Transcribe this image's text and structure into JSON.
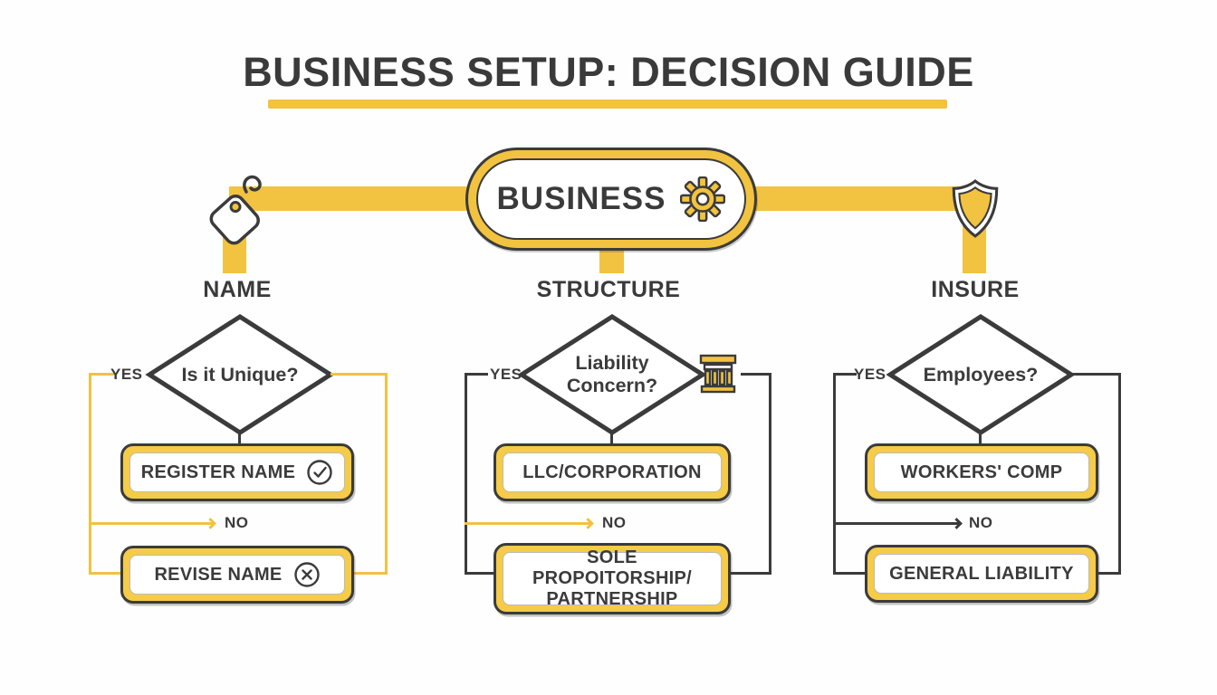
{
  "page": {
    "title": "BUSINESS SETUP: DECISION GUIDE"
  },
  "root_node": {
    "label": "BUSINESS",
    "icon": "gear-icon"
  },
  "colors": {
    "accent_yellow": "#F2C340",
    "connector_yellow": "#F0C243",
    "dark": "#3B3B3B",
    "background": "#FEFEFE"
  },
  "branches": [
    {
      "label": "NAME",
      "icon": "tag-icon",
      "question": "Is it Unique?",
      "yes_label": "YES",
      "no_label": "NO",
      "yes_result": "REGISTER NAME",
      "yes_result_icon": "check-circle-icon",
      "no_result": "REVISE NAME",
      "no_result_icon": "x-circle-icon"
    },
    {
      "label": "STRUCTURE",
      "icon": "bank-icon",
      "question": "Liability Concern?",
      "yes_label": "YES",
      "no_label": "NO",
      "yes_result": "LLC/CORPORATION",
      "no_result": "SOLE PROPOITORSHIP/ PARTNERSHIP"
    },
    {
      "label": "INSURE",
      "icon": "shield-icon",
      "question": "Employees?",
      "yes_label": "YES",
      "no_label": "NO",
      "yes_result": "WORKERS' COMP",
      "no_result": "GENERAL LIABILITY"
    }
  ]
}
